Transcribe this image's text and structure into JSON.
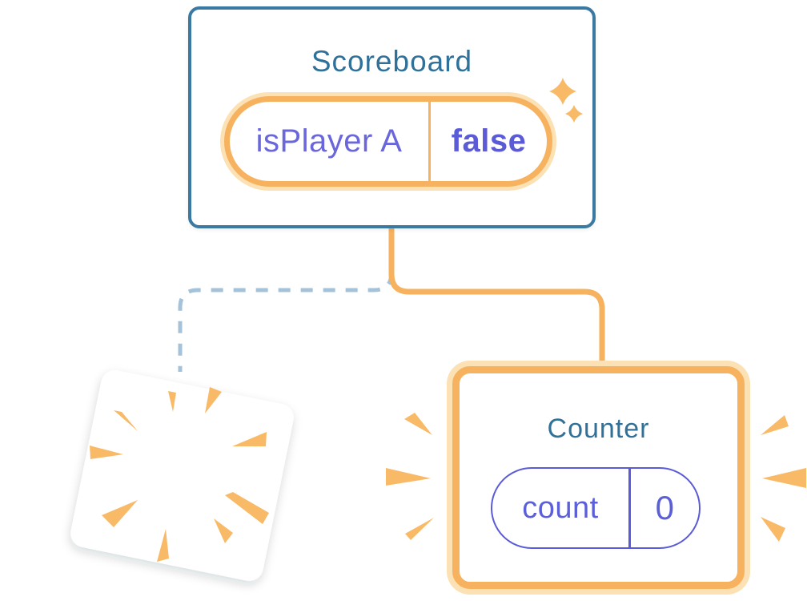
{
  "diagram": {
    "description": "Component tree diagram: Scoreboard re-renders with a new prop value; old child is destroyed (poof) and a new Counter with fresh state is created",
    "background": "#FFFFFF"
  },
  "colors": {
    "orange": "#F6B25E",
    "halo": "#FBE1B3",
    "card-blue": "#3A7AA2",
    "title-blue": "#30719A",
    "prop-purple": "#6A66DB",
    "value-purple": "#5B5BD8",
    "state-purple": "#5B5FD8",
    "pill-border-purple": "#5B5BD8",
    "dash-blue": "#A4C2D9",
    "ray-orange": "#F8BA67"
  },
  "scoreboard": {
    "title": "Scoreboard",
    "prop_name": "isPlayer A",
    "prop_value": "false"
  },
  "counter": {
    "title": "Counter",
    "state_name": "count",
    "state_value": "0"
  },
  "icons": {
    "sparkles": "sparkles-icon",
    "poof_burst": "poof-burst-icon",
    "emphasis_rays": "emphasis-rays-icon"
  }
}
